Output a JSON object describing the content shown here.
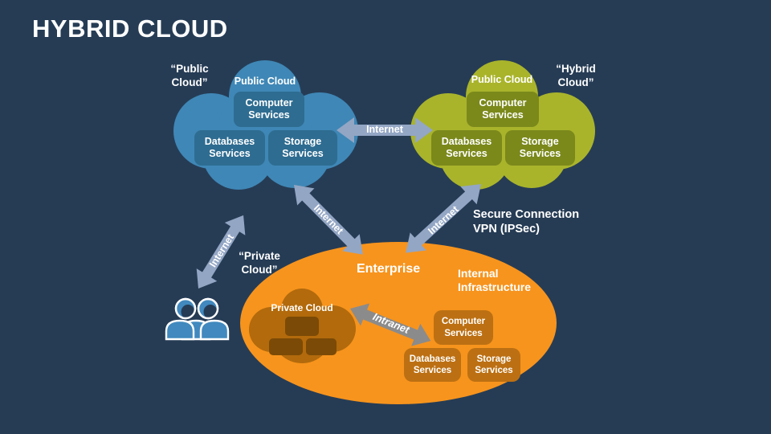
{
  "title": "HYBRID CLOUD",
  "colors": {
    "background": "#263C55",
    "blue_cloud": "#3F87B6",
    "blue_box": "#2E6C91",
    "green_cloud": "#A9B42B",
    "green_box": "#7B891B",
    "orange_ellipse": "#F7941D",
    "orange_box": "#BC7013",
    "brown_cloud": "#B26A0C",
    "brown_box": "#7B4A06",
    "arrow_internet": "#93A6C4",
    "arrow_intranet": "#8B8B8B",
    "people": "#4189BE",
    "text": "#FFFFFF"
  },
  "public_cloud": {
    "quote": "“Public\nCloud”",
    "label": "Public Cloud",
    "services": [
      "Computer Services",
      "Databases Services",
      "Storage Services"
    ]
  },
  "hybrid_cloud": {
    "quote": "“Hybrid\nCloud”",
    "label": "Public Cloud",
    "services": [
      "Computer Services",
      "Databases Services",
      "Storage Services"
    ]
  },
  "enterprise": {
    "label": "Enterprise",
    "infrastructure_label": "Internal\nInfrastructure",
    "private_cloud_label": "Private Cloud",
    "services": [
      "Computer Services",
      "Databases Services",
      "Storage Services"
    ]
  },
  "private_cloud_quote": "“Private\nCloud”",
  "secure_connection": "Secure Connection\nVPN (IPSec)",
  "arrows": {
    "internet_top": "Internet",
    "internet_left": "Internet",
    "internet_right": "Internet",
    "internet_users": "Internet",
    "intranet": "Intranet"
  }
}
